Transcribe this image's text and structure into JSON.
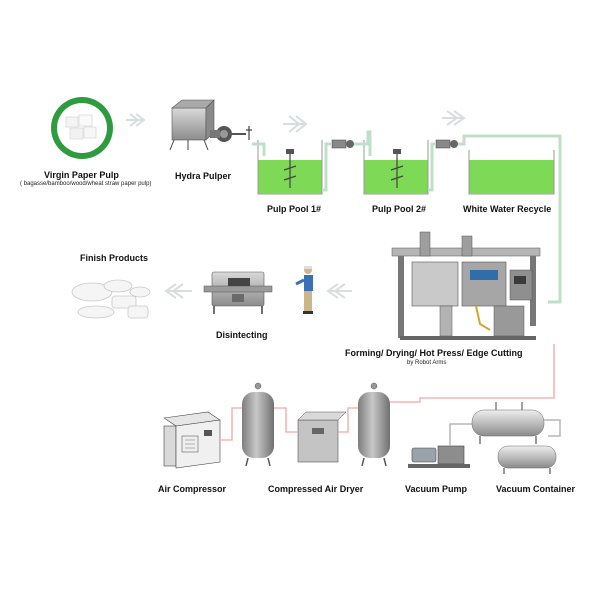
{
  "stages": {
    "virgin_pulp": {
      "label": "Virgin Paper Pulp",
      "sublabel": "( bagasse/bamboo/wood/wheat straw paper pulp)"
    },
    "hydra_pulper": {
      "label": "Hydra Pulper"
    },
    "pulp_pool_1": {
      "label": "Pulp Pool 1#"
    },
    "pulp_pool_2": {
      "label": "Pulp Pool 2#"
    },
    "white_water": {
      "label": "White Water Recycle"
    },
    "forming": {
      "label": "Forming/ Drying/ Hot Press/ Edge Cutting",
      "sublabel": "by Robot Arms"
    },
    "disinfecting": {
      "label": "Disintecting"
    },
    "finish": {
      "label": "Finish Products"
    },
    "air_compressor": {
      "label": "Air Compressor"
    },
    "air_dryer": {
      "label": "Compressed Air Dryer"
    },
    "vacuum_pump": {
      "label": "Vacuum Pump"
    },
    "vacuum_container": {
      "label": "Vacuum Container"
    }
  },
  "colors": {
    "pulp_green": "#7ed957",
    "pipe_green": "#bfe0c8",
    "air_pipe": "#f4b6b6",
    "tank_grey": "#9a9a9a",
    "arrow_grey": "#d8dde0"
  }
}
